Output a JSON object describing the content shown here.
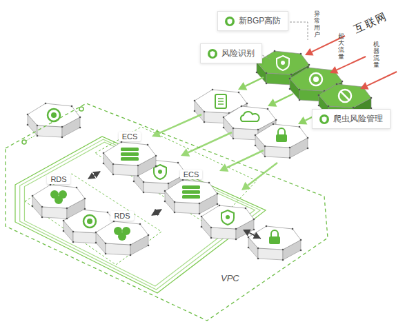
{
  "diagram": {
    "nodes": [
      {
        "text": [
          "新BGP高防"
        ]
      },
      {
        "text": [
          "风险识别"
        ]
      },
      {
        "text": [
          "爬虫风险管理"
        ]
      },
      {
        "text": [
          "VPC"
        ]
      },
      {
        "text": [
          "ECS"
        ],
        "in": 3
      },
      {
        "text": [
          "RDS"
        ],
        "in": 3
      },
      {
        "text": [
          "ECS"
        ],
        "in": 3
      },
      {
        "text": [
          "RDS"
        ],
        "in": 3
      }
    ],
    "edges": [
      {
        "from": 5,
        "to": 4,
        "arrow": "both"
      },
      {
        "from": 7,
        "to": 6,
        "arrow": "both"
      }
    ],
    "labels": [
      "互联网",
      "异常用户",
      "超大流量",
      "机器流量"
    ]
  }
}
